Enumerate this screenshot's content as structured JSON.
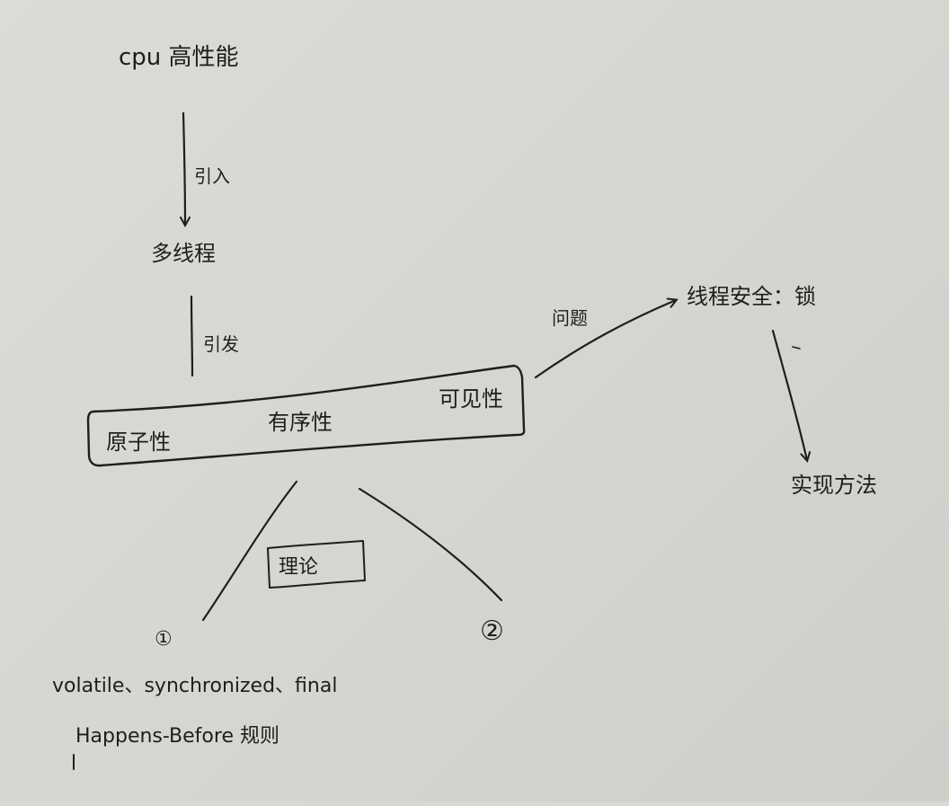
{
  "nodes": {
    "cpu_performance": "cpu 高性能",
    "multithreading": "多线程",
    "atomicity": "原子性",
    "ordering": "有序性",
    "visibility": "可见性",
    "thread_safety": "线程安全：锁",
    "implementation": "实现方法",
    "theory": "理论",
    "item_1_marker": "①",
    "item_1_line1": "volatile、synchronized、final",
    "item_1_line2": "Happens-Before 规则",
    "item_2_marker": "②"
  },
  "edges": {
    "introduce": "引入",
    "cause": "引发",
    "problem": "问题"
  }
}
